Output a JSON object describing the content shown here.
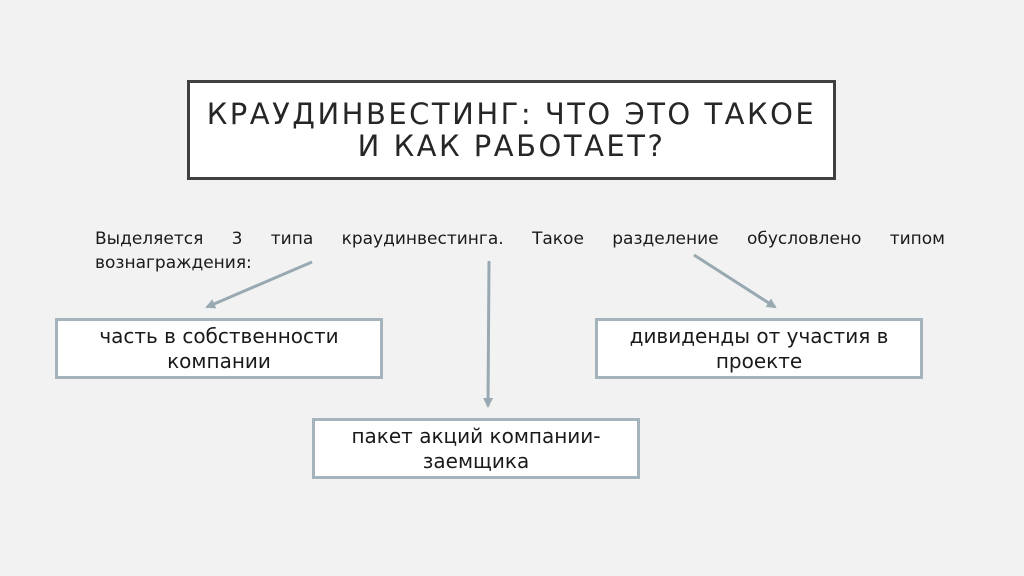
{
  "title": {
    "line1": "КРАУДИНВЕСТИНГ: ЧТО ЭТО ТАКОЕ",
    "line2": "И КАК РАБОТАЕТ?"
  },
  "intro": "Выделяется 3 типа краудинвестинга. Такое разделение обусловлено типом вознаграждения:",
  "boxes": {
    "left": "часть в собственности компании",
    "right": "дивиденды от участия в проекте",
    "bottom": "пакет акций компании-заемщика"
  },
  "colors": {
    "background": "#f2f2f2",
    "title_border": "#404040",
    "box_border": "#a5b4bc",
    "arrow": "#98a9b2"
  }
}
